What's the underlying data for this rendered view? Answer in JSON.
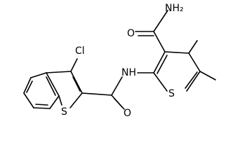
{
  "molecule": {
    "atom_labels": {
      "chlorine": "Cl",
      "thiophene_sulfur_left": "S",
      "amide_nitrogen": "NH",
      "carbonyl_oxygen_left": "O",
      "amide_nh2": "NH₂",
      "carbonyl_oxygen_right": "O",
      "thiophene_sulfur_right": "S"
    }
  }
}
